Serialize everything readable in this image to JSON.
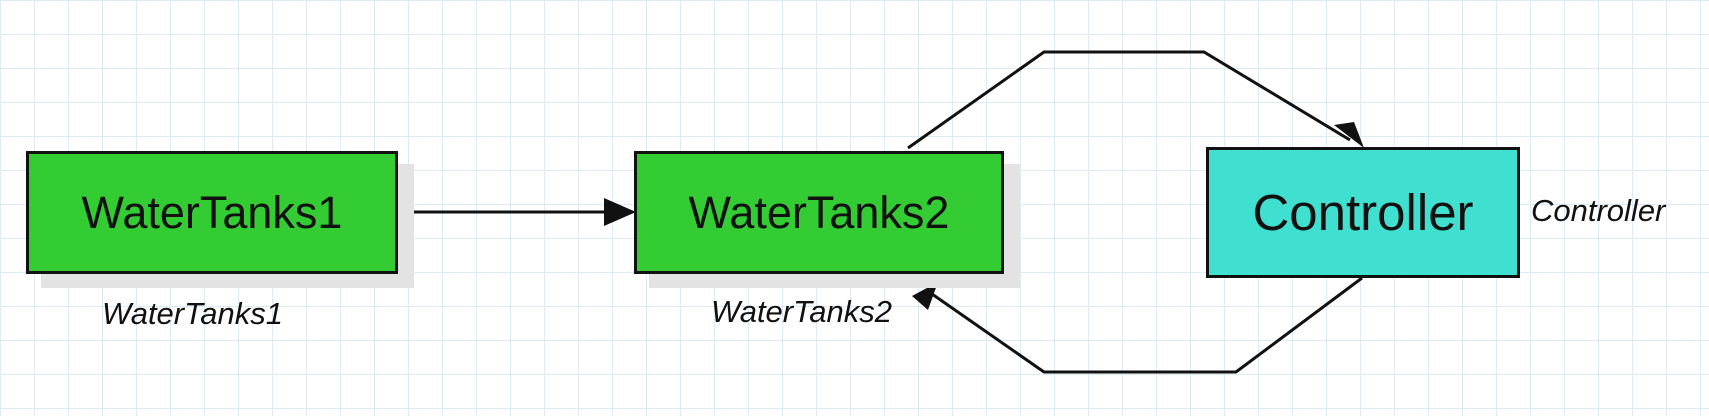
{
  "colors": {
    "plant_fill": "#33cc33",
    "controller_fill": "#40e0d0",
    "line": "#111111",
    "grid": "#dcecf7"
  },
  "blocks": [
    {
      "id": "watertanks1",
      "label": "WaterTanks1",
      "caption": "WaterTanks1"
    },
    {
      "id": "watertanks2",
      "label": "WaterTanks2",
      "caption": "WaterTanks2"
    },
    {
      "id": "controller",
      "label": "Controller",
      "caption": "Controller"
    }
  ],
  "connections": [
    {
      "from": "WaterTanks1",
      "to": "WaterTanks2"
    },
    {
      "from": "WaterTanks2",
      "to": "Controller"
    },
    {
      "from": "Controller",
      "to": "WaterTanks2"
    }
  ]
}
